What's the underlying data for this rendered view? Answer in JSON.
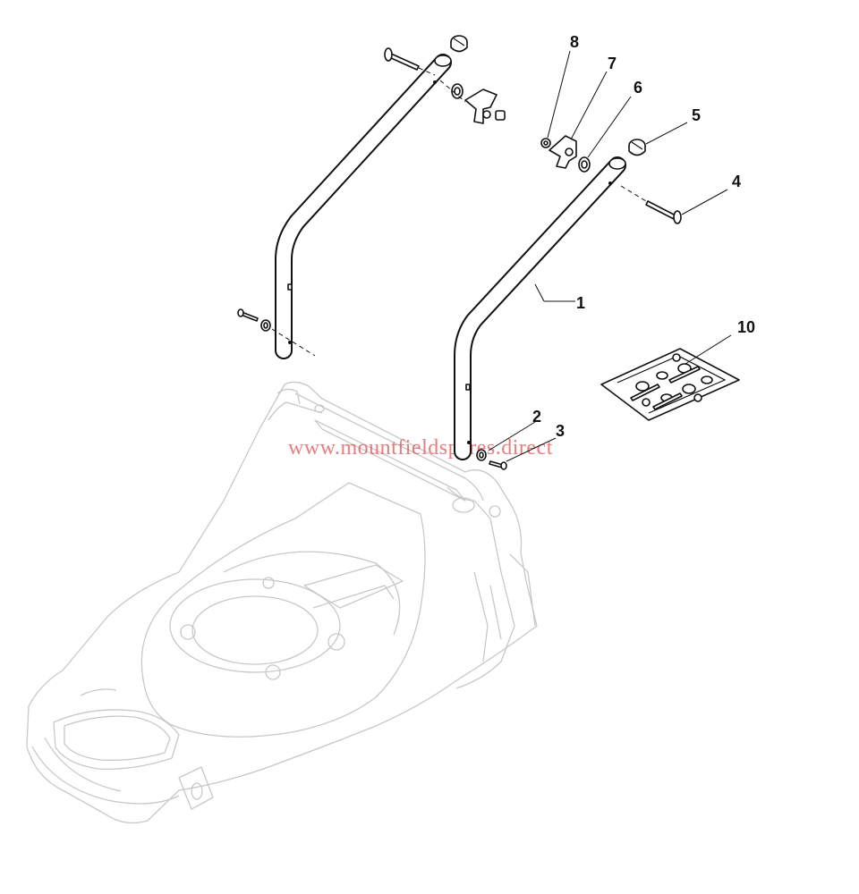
{
  "diagram": {
    "callouts": [
      {
        "id": "1",
        "label": "1"
      },
      {
        "id": "2",
        "label": "2"
      },
      {
        "id": "3",
        "label": "3"
      },
      {
        "id": "4",
        "label": "4"
      },
      {
        "id": "5",
        "label": "5"
      },
      {
        "id": "6",
        "label": "6"
      },
      {
        "id": "7",
        "label": "7"
      },
      {
        "id": "8",
        "label": "8"
      },
      {
        "id": "10",
        "label": "10"
      }
    ],
    "watermark": "www.mountfieldspares.direct"
  }
}
